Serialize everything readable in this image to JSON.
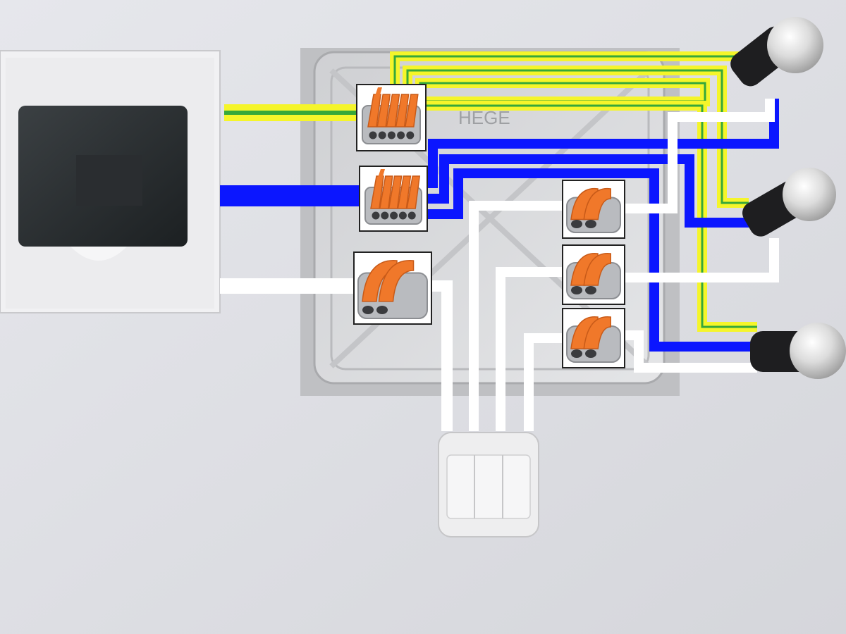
{
  "scene": {
    "background": "#d9dadf",
    "board_color": "#dfe0e5"
  },
  "wire_colors": {
    "phase": "#ffffff",
    "neutral": "#0b16ff",
    "ground_outer": "#f5f52a",
    "ground_inner": "#36a83a"
  },
  "junction_box": {
    "label": "HEGE"
  },
  "devices": {
    "breaker_panel": {
      "name": "distribution-panel"
    },
    "switch": {
      "name": "three-gang-switch",
      "keys": 3
    },
    "lamps": [
      {
        "name": "lamp-1"
      },
      {
        "name": "lamp-2"
      },
      {
        "name": "lamp-3"
      }
    ]
  },
  "connectors": [
    {
      "name": "connector-ground-5-way",
      "type": "five-lever",
      "wire": "ground"
    },
    {
      "name": "connector-neutral-5-way",
      "type": "five-lever",
      "wire": "neutral"
    },
    {
      "name": "connector-phase-input",
      "type": "two-lever",
      "wire": "phase"
    },
    {
      "name": "connector-lamp-1",
      "type": "two-lever",
      "wire": "phase"
    },
    {
      "name": "connector-lamp-2",
      "type": "two-lever",
      "wire": "phase"
    },
    {
      "name": "connector-lamp-3",
      "type": "two-lever",
      "wire": "phase"
    }
  ],
  "connector_colors": {
    "lever": "#f0782a",
    "lever_dark": "#c85a18",
    "body": "#8c8e92",
    "body_light": "#b9bbbf"
  }
}
